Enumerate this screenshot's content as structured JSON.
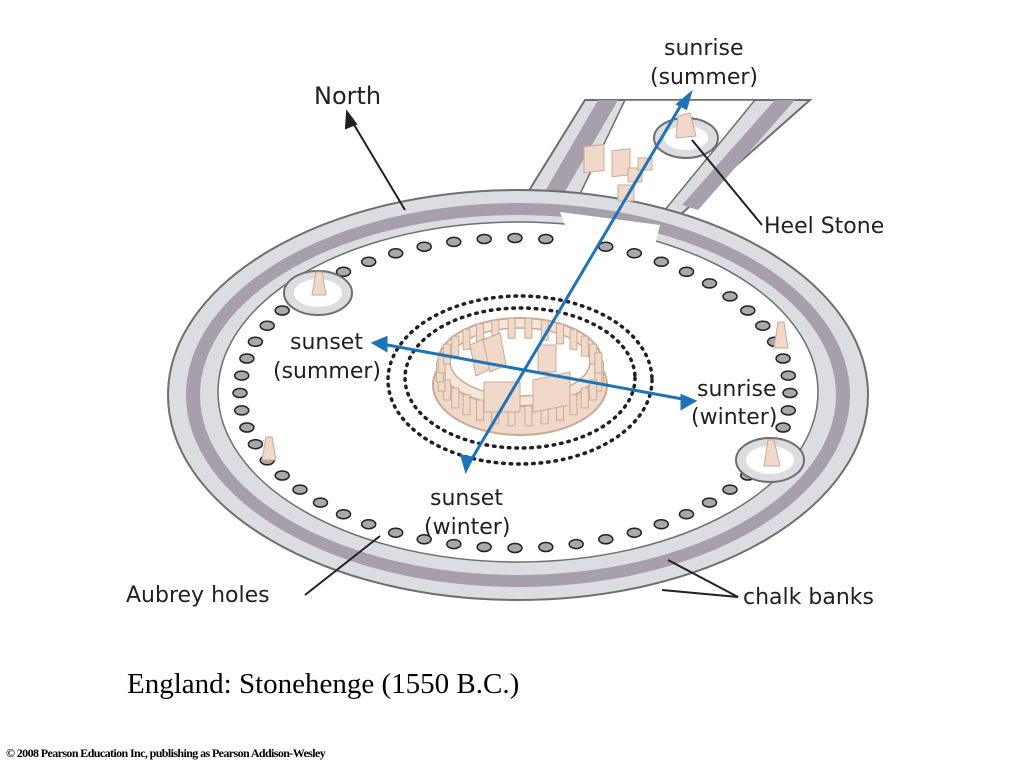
{
  "diagram": {
    "labels": {
      "north": "North",
      "sunrise_summer_1": "sunrise",
      "sunrise_summer_2": "(summer)",
      "heel_stone": "Heel Stone",
      "sunset_summer_1": "sunset",
      "sunset_summer_2": "(summer)",
      "sunrise_winter_1": "sunrise",
      "sunrise_winter_2": "(winter)",
      "sunset_winter_1": "sunset",
      "sunset_winter_2": "(winter)",
      "aubrey_holes": "Aubrey holes",
      "chalk_banks": "chalk banks"
    },
    "colors": {
      "bank_outer": "#dcdde0",
      "bank_ditch": "#a79fab",
      "outline": "#6d6e71",
      "alignment_line": "#1f73b7",
      "stone": "#f0d9c8",
      "stone_shade": "#c9ab95",
      "hole": "#a7a9ac"
    }
  },
  "caption": "England:  Stonehenge (1550 B.C.)",
  "copyright": "© 2008 Pearson Education Inc, publishing as Pearson Addison-Wesley"
}
